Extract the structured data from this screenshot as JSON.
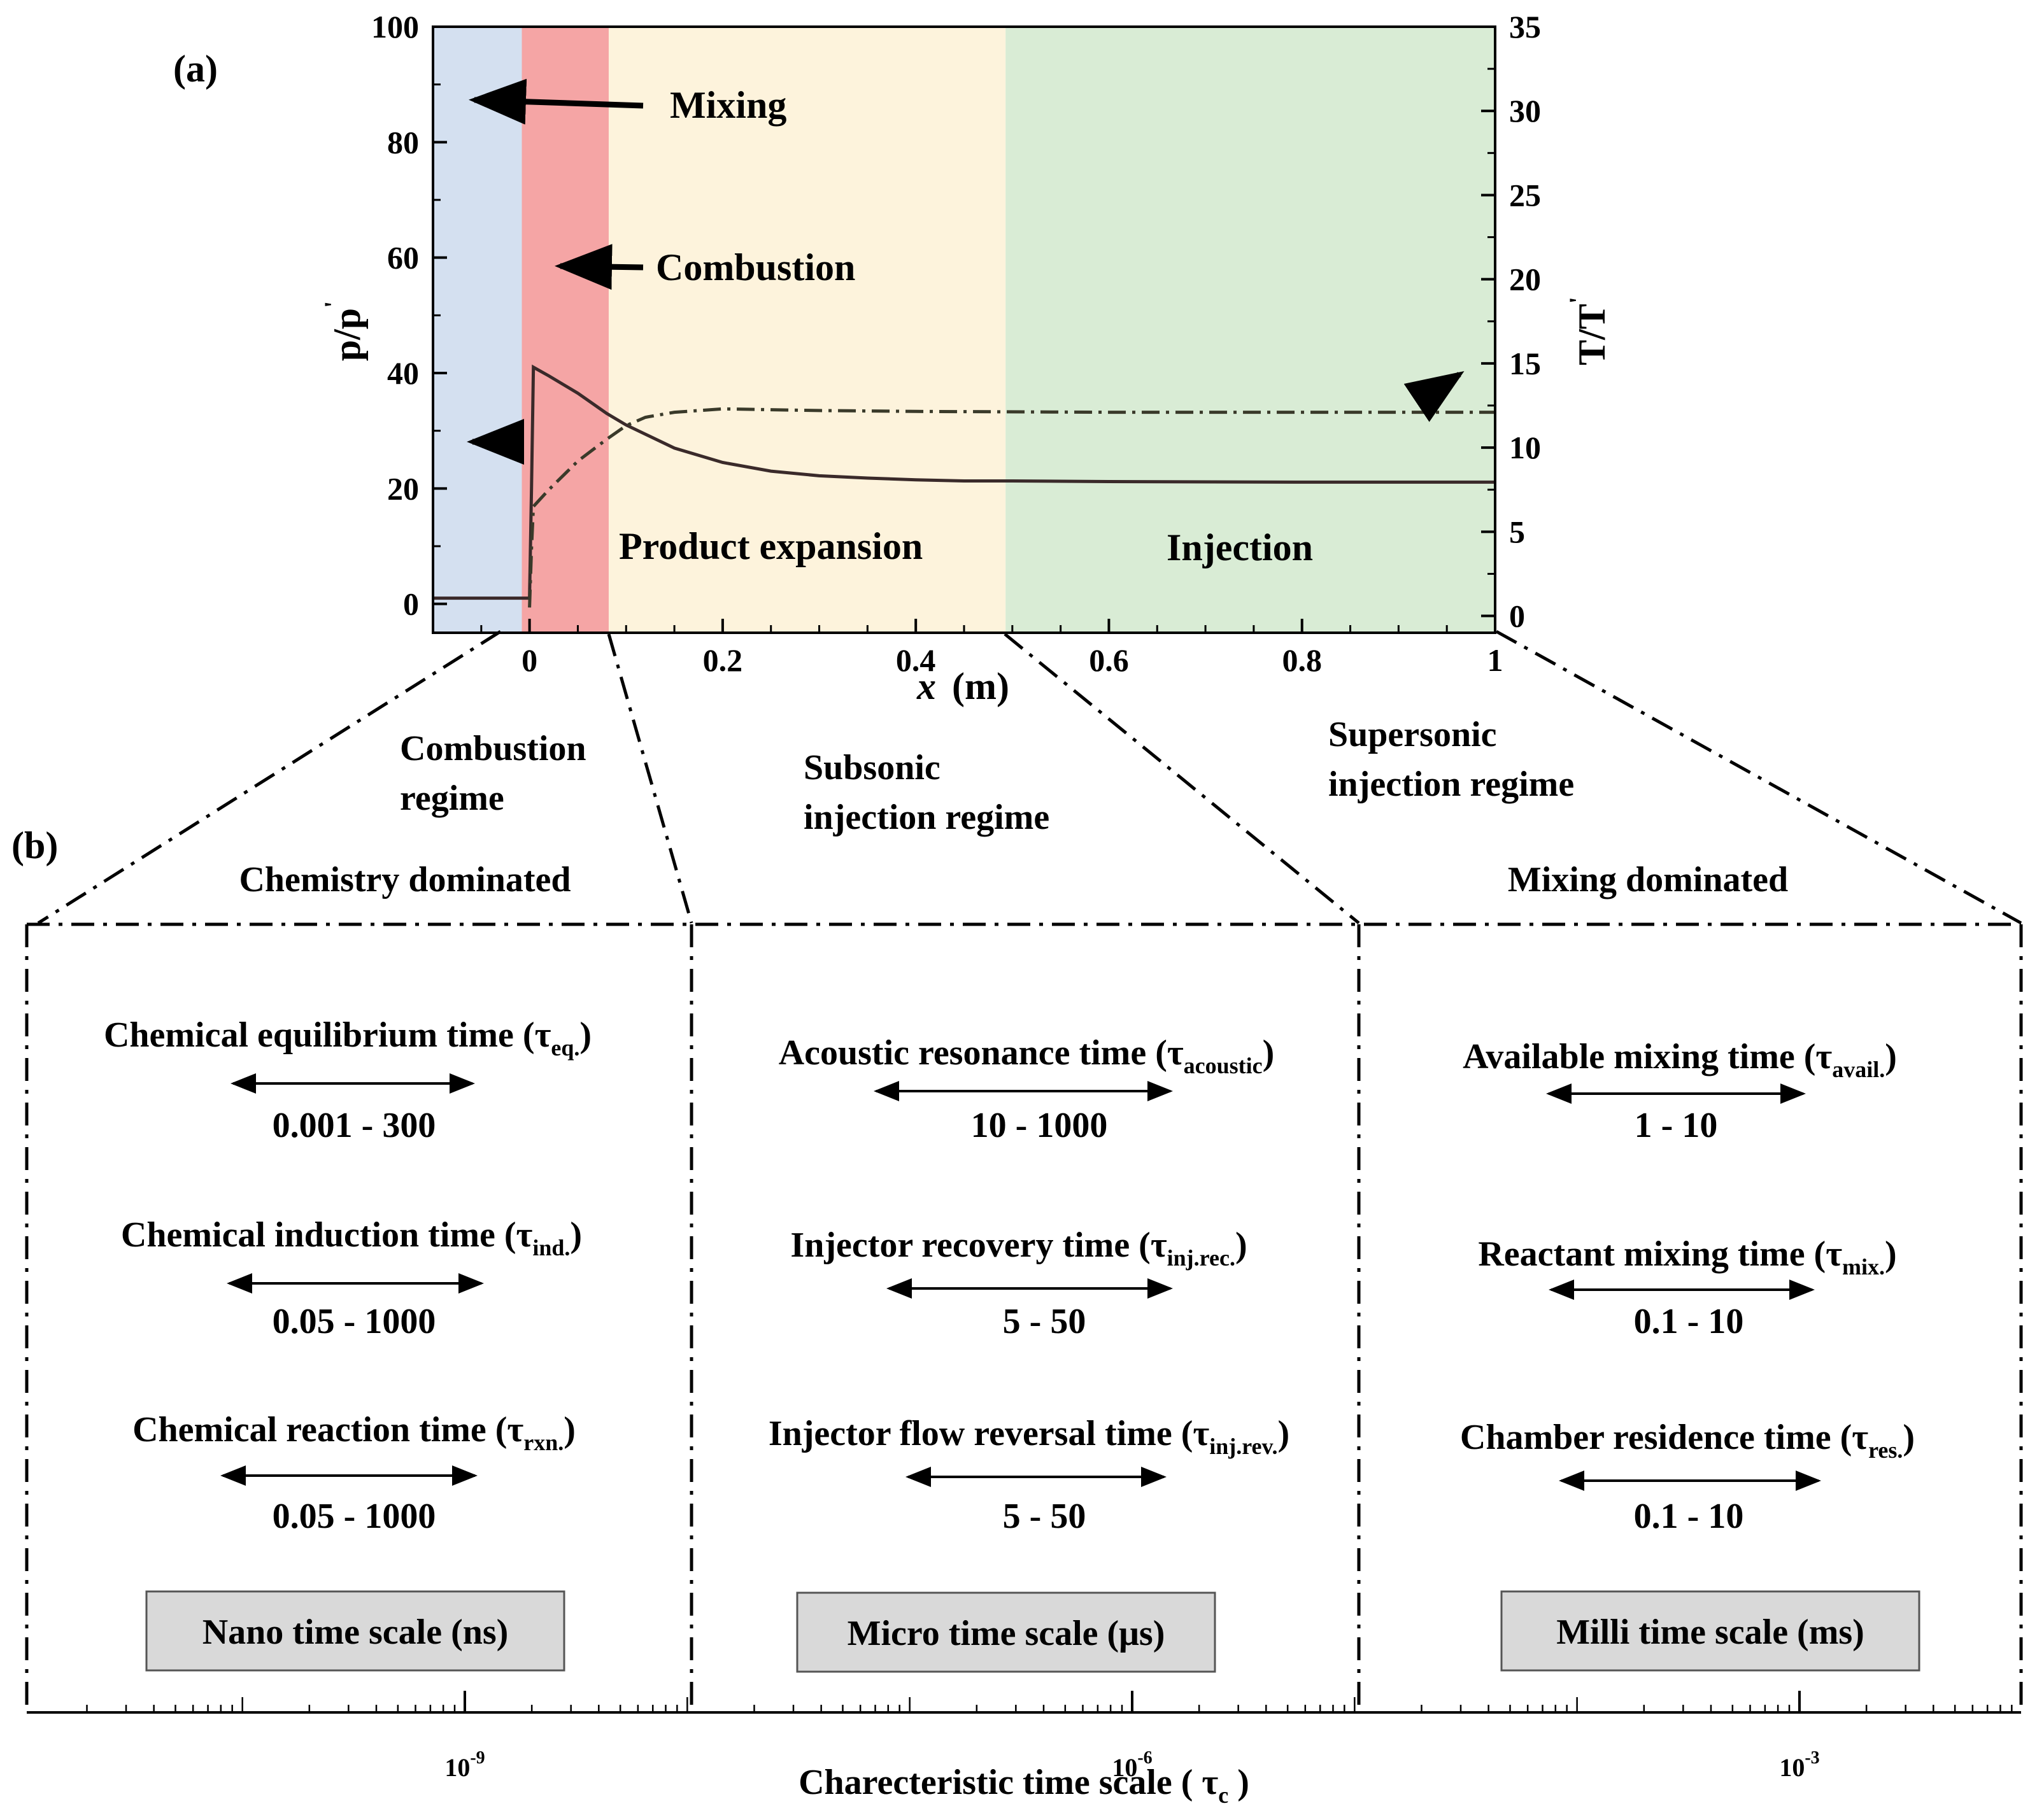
{
  "panel_a": {
    "label": "(a)",
    "region_labels": {
      "mixing": "Mixing",
      "combustion": "Combustion",
      "product_expansion": "Product expansion",
      "injection": "Injection"
    },
    "colors": {
      "mixing": "#d4e0f0",
      "combustion": "#f5a5a5",
      "product_expansion": "#fdf3dc",
      "injection": "#d9ecd5",
      "pressure_line": "#3a2a2a",
      "temperature_line": "#3a3a2a"
    }
  },
  "chart_data": {
    "type": "line",
    "xlabel_var": "x",
    "xlabel_unit": "(m)",
    "ylabel_left": "p/p",
    "ylabel_left_prime": "'",
    "ylabel_right": "T/T",
    "ylabel_right_prime": "'",
    "xlim": [
      -0.1,
      1.0
    ],
    "ylim_left": [
      -5,
      100
    ],
    "ylim_right": [
      -1,
      35
    ],
    "x_ticks": [
      0,
      0.2,
      0.4,
      0.6,
      0.8,
      1.0
    ],
    "x_tick_labels": [
      "0",
      "0.2",
      "0.4",
      "0.6",
      "0.8",
      "1"
    ],
    "y_left_ticks": [
      0,
      20,
      40,
      60,
      80,
      100
    ],
    "y_left_tick_labels": [
      "0",
      "20",
      "40",
      "60",
      "80",
      "100"
    ],
    "y_right_ticks": [
      0,
      5,
      10,
      15,
      20,
      25,
      30,
      35
    ],
    "y_right_tick_labels": [
      "0",
      "5",
      "10",
      "15",
      "20",
      "25",
      "30",
      "35"
    ],
    "regions": [
      {
        "name": "mixing",
        "x": [
          -0.1,
          -0.008
        ]
      },
      {
        "name": "combustion",
        "x": [
          -0.008,
          0.082
        ]
      },
      {
        "name": "product_expansion",
        "x": [
          0.082,
          0.493
        ]
      },
      {
        "name": "injection",
        "x": [
          0.493,
          1.0
        ]
      }
    ],
    "series": [
      {
        "axis": "left",
        "style": "solid",
        "x": [
          -0.1,
          -0.005,
          0.0,
          0.002,
          0.004,
          0.02,
          0.05,
          0.08,
          0.1,
          0.15,
          0.2,
          0.25,
          0.3,
          0.35,
          0.4,
          0.45,
          0.5,
          0.6,
          0.8,
          1.0
        ],
        "values": [
          1,
          1,
          1,
          20,
          41,
          39.5,
          36.5,
          33,
          31,
          27,
          24.5,
          23,
          22.2,
          21.8,
          21.5,
          21.3,
          21.3,
          21.2,
          21.1,
          21.1
        ]
      },
      {
        "axis": "right",
        "style": "dashdot",
        "x": [
          0.0,
          0.002,
          0.004,
          0.02,
          0.05,
          0.08,
          0.1,
          0.12,
          0.15,
          0.2,
          0.3,
          0.4,
          0.6,
          0.8,
          1.0
        ],
        "values": [
          0.5,
          4,
          6.5,
          7.5,
          9.2,
          10.5,
          11.3,
          11.8,
          12.1,
          12.3,
          12.2,
          12.15,
          12.1,
          12.1,
          12.1
        ]
      }
    ]
  },
  "panel_b": {
    "label": "(b)",
    "regimes": [
      {
        "line1": "Combustion",
        "line2": "regime"
      },
      {
        "line1": "Subsonic",
        "line2": "injection regime"
      },
      {
        "line1": "Supersonic",
        "line2": "injection regime"
      }
    ],
    "dominance": {
      "left": "Chemistry dominated",
      "right": "Mixing dominated"
    },
    "columns": [
      {
        "entries": [
          {
            "name": "Chemical equilibrium time (τ",
            "sub": "eq.",
            "close": ")",
            "range": "0.001 - 300"
          },
          {
            "name": "Chemical induction time (τ",
            "sub": "ind.",
            "close": ")",
            "range": "0.05 - 1000"
          },
          {
            "name": "Chemical reaction time (τ",
            "sub": "rxn.",
            "close": ")",
            "range": "0.05 - 1000"
          }
        ],
        "scale_box": "Nano time scale (ns)"
      },
      {
        "entries": [
          {
            "name": "Acoustic resonance time (τ",
            "sub": "acoustic",
            "close": ")",
            "range": "10 - 1000"
          },
          {
            "name": "Injector recovery time (τ",
            "sub": "inj.rec.",
            "close": ")",
            "range": "5 - 50"
          },
          {
            "name": "Injector flow reversal time (τ",
            "sub": "inj.rev.",
            "close": ")",
            "range": "5 - 50"
          }
        ],
        "scale_box": "Micro time scale (μs)"
      },
      {
        "entries": [
          {
            "name": "Available mixing time (τ",
            "sub": "avail.",
            "close": ")",
            "range": "1 - 10"
          },
          {
            "name": "Reactant mixing time (τ",
            "sub": "mix.",
            "close": ")",
            "range": "0.1 - 10"
          },
          {
            "name": "Chamber residence time (τ",
            "sub": "res.",
            "close": ")",
            "range": "0.1 - 10"
          }
        ],
        "scale_box": "Milli time scale (ms)"
      }
    ],
    "time_axis": {
      "major_tick_labels": [
        {
          "base": "10",
          "exp": "-9"
        },
        {
          "base": "10",
          "exp": "-6"
        },
        {
          "base": "10",
          "exp": "-3"
        }
      ],
      "label_prefix": "Charecteristic time scale ( τ",
      "label_sub": "c",
      "label_suffix": " )"
    },
    "colors": {
      "scale_box_fill": "#d9d9d9"
    }
  }
}
